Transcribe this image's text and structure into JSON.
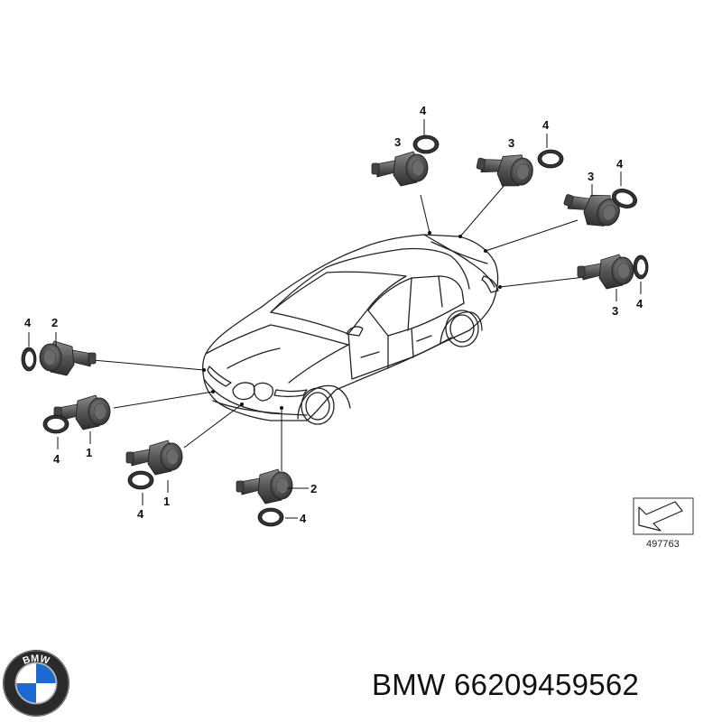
{
  "diagram": {
    "callout_numbers": [
      "1",
      "2",
      "3",
      "4"
    ],
    "reference_number": "497763"
  },
  "footer": {
    "brand_text": "BMW",
    "part_number": "66209459562",
    "logo_letters": "BMW"
  },
  "colors": {
    "sensor_body": "#5a5a5a",
    "sensor_dark": "#3a3a3a",
    "line": "#222222",
    "logo_blue": "#1c69d4",
    "logo_ring": "#1a1a1a"
  },
  "icons": {
    "logo": "bmw-roundel-icon",
    "reference": "arrow-reference-icon"
  }
}
